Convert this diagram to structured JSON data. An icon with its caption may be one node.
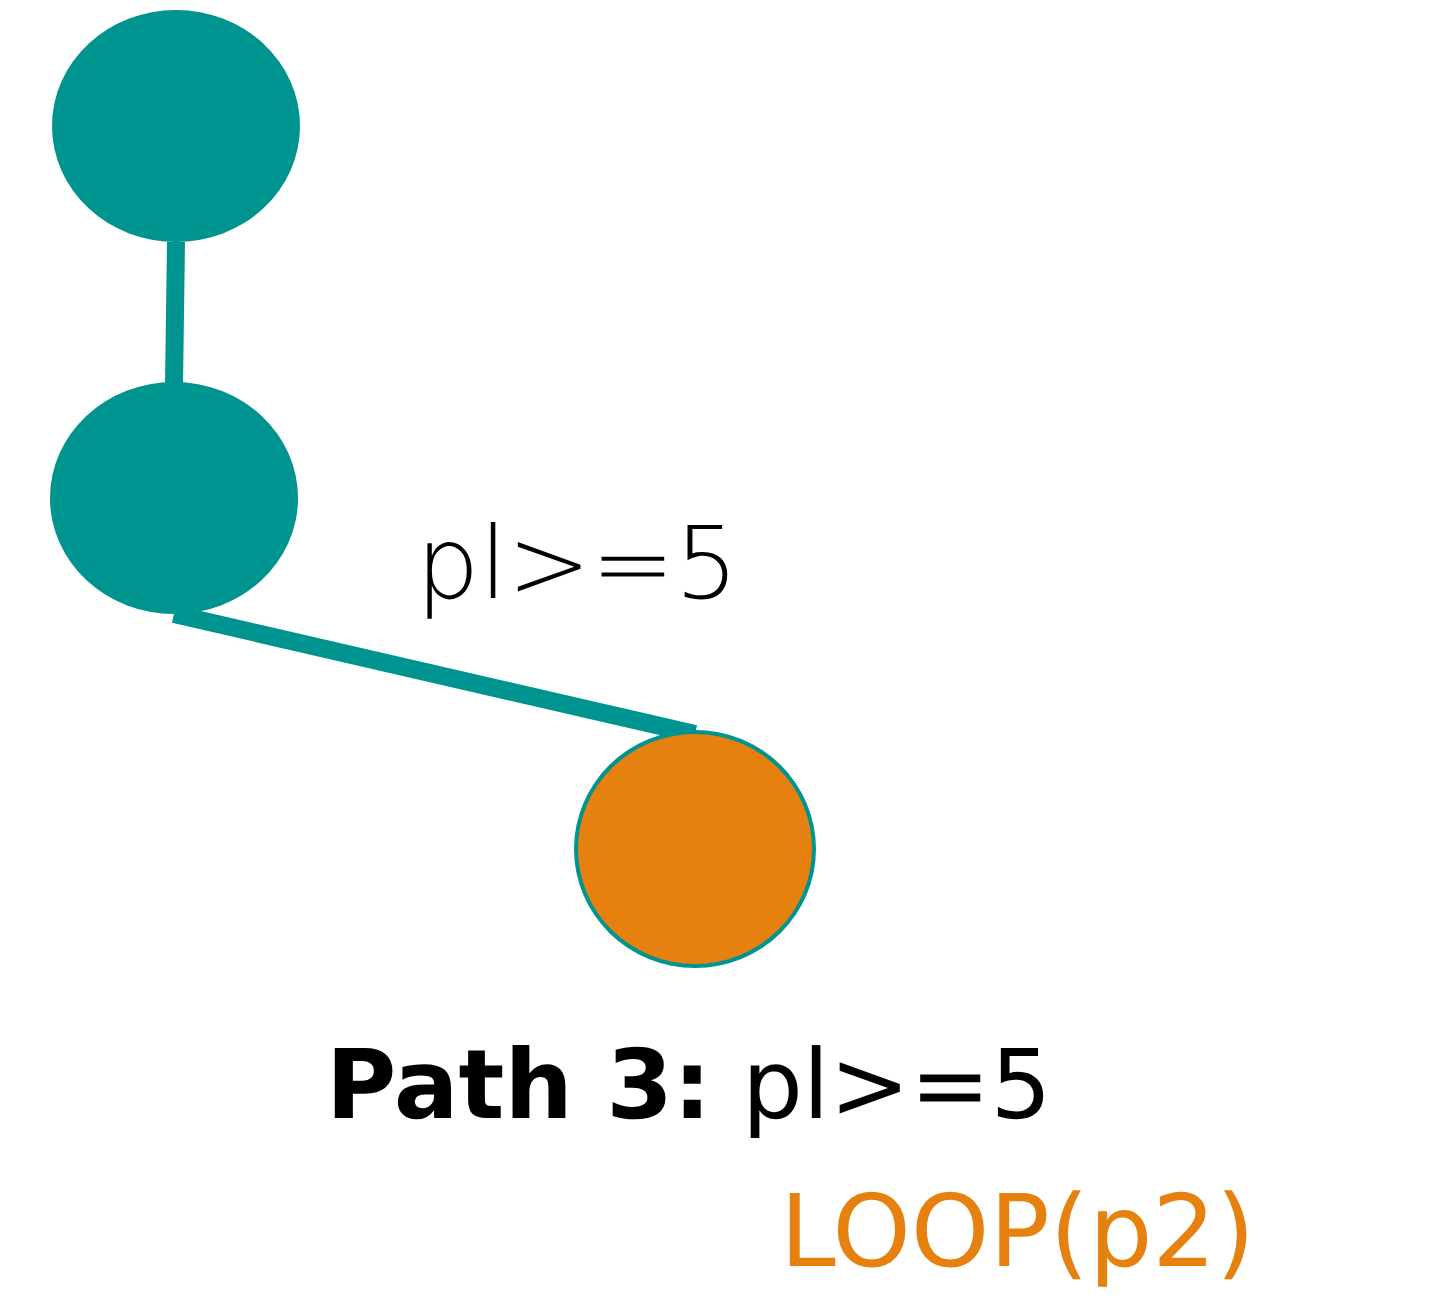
{
  "diagram": {
    "nodes": [
      {
        "text": [],
        "shape": "circle"
      },
      {
        "text": [],
        "shape": "circle"
      },
      {
        "text": [],
        "shape": "circle"
      }
    ],
    "edges": [
      {
        "from": 0,
        "to": 1,
        "arrow": "none"
      },
      {
        "from": 1,
        "to": 2,
        "arrow": "none",
        "label": "pl>=5"
      }
    ],
    "labels": [
      "**Path 3:** pl>=5",
      "LOOP(p2)"
    ]
  }
}
